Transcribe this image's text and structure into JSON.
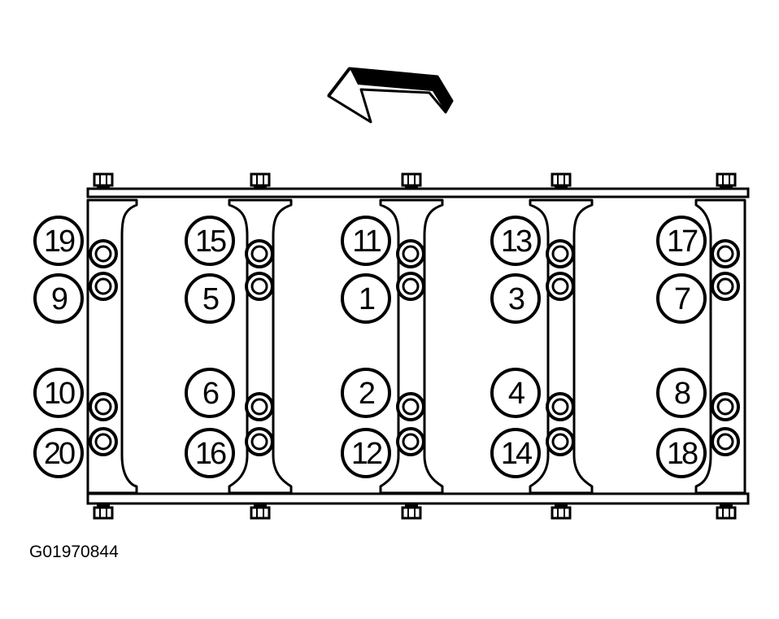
{
  "figure_id": "G01970844",
  "bolts": [
    {
      "label": "19",
      "column": 1,
      "row": 1
    },
    {
      "label": "9",
      "column": 1,
      "row": 2
    },
    {
      "label": "10",
      "column": 1,
      "row": 3
    },
    {
      "label": "20",
      "column": 1,
      "row": 4
    },
    {
      "label": "15",
      "column": 2,
      "row": 1
    },
    {
      "label": "5",
      "column": 2,
      "row": 2
    },
    {
      "label": "6",
      "column": 2,
      "row": 3
    },
    {
      "label": "16",
      "column": 2,
      "row": 4
    },
    {
      "label": "11",
      "column": 3,
      "row": 1
    },
    {
      "label": "1",
      "column": 3,
      "row": 2
    },
    {
      "label": "2",
      "column": 3,
      "row": 3
    },
    {
      "label": "12",
      "column": 3,
      "row": 4
    },
    {
      "label": "13",
      "column": 4,
      "row": 1
    },
    {
      "label": "3",
      "column": 4,
      "row": 2
    },
    {
      "label": "4",
      "column": 4,
      "row": 3
    },
    {
      "label": "14",
      "column": 4,
      "row": 4
    },
    {
      "label": "17",
      "column": 5,
      "row": 1
    },
    {
      "label": "7",
      "column": 5,
      "row": 2
    },
    {
      "label": "8",
      "column": 5,
      "row": 3
    },
    {
      "label": "18",
      "column": 5,
      "row": 4
    }
  ],
  "arrow_direction": "left",
  "colors": {
    "ink": "#000000",
    "paper": "#ffffff"
  }
}
